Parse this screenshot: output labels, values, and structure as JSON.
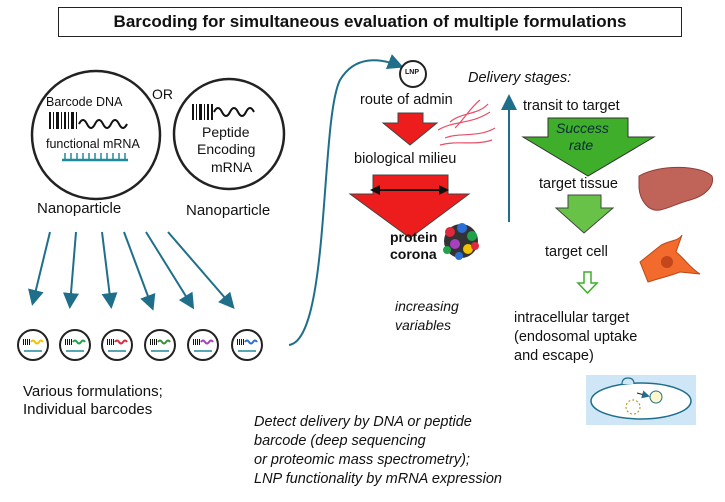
{
  "title": "Barcoding for simultaneous evaluation of multiple formulations",
  "left": {
    "or_label": "OR",
    "np1": {
      "line1": "Barcode DNA",
      "line2": "functional mRNA",
      "caption": "Nanoparticle"
    },
    "np2": {
      "line1": "Peptide",
      "line2": "Encoding",
      "line3": "mRNA",
      "caption": "Nanoparticle"
    },
    "formulations_line1": "Various formulations;",
    "formulations_line2": "Individual barcodes",
    "chip_colors": [
      "#f2c200",
      "#1fa34a",
      "#e0283c",
      "#3a8f3a",
      "#a83ec0",
      "#2b6fd6"
    ]
  },
  "middle": {
    "lnp_label": "LNP",
    "route": "route of admin",
    "milieu": "biological milieu",
    "corona_line1": "protein",
    "corona_line2": "corona",
    "variables_line1": "increasing",
    "variables_line2": "variables"
  },
  "right": {
    "header": "Delivery stages:",
    "transit": "transit to target",
    "success_line1": "Success",
    "success_line2": "rate",
    "tissue": "target tissue",
    "cell": "target cell",
    "intra_line1": "intracellular target",
    "intra_line2": "(endosomal uptake",
    "intra_line3": "and escape)"
  },
  "bottom": {
    "line1": "Detect delivery by DNA or peptide",
    "line2": "barcode (deep sequencing",
    "line3": "or proteomic mass spectrometry);",
    "line4": "LNP functionality by mRNA expression"
  },
  "colors": {
    "arrow_teal": "#1f6f8b",
    "red": "#ee1d1d",
    "green": "#3fae2a",
    "liver": "#c0645a",
    "cell": "#f26a2c",
    "endosome": "#cfe6f7"
  }
}
